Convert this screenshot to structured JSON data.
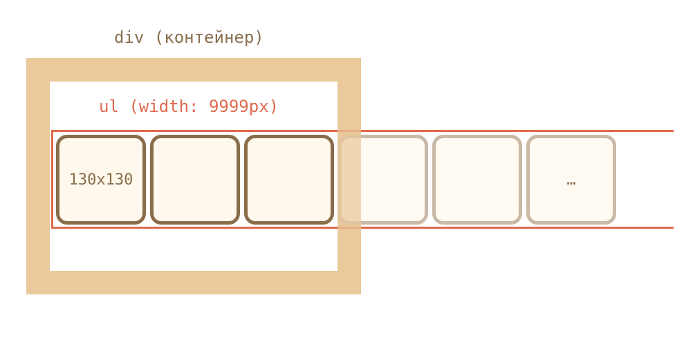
{
  "labels": {
    "container": "div (контейнер)",
    "list": "ul (width: 9999px)"
  },
  "items": [
    {
      "text": "130x130",
      "state": "inside"
    },
    {
      "text": "",
      "state": "inside"
    },
    {
      "text": "",
      "state": "inside"
    },
    {
      "text": "",
      "state": "overflow"
    },
    {
      "text": "",
      "state": "overflow"
    },
    {
      "text": "…",
      "state": "overflow"
    }
  ],
  "colors": {
    "container_border": "#eac99b",
    "list_border": "#e06a4e",
    "item_border": "#8a6d4b",
    "item_border_faded": "#c9b9a6",
    "item_fill": "#fff8ec",
    "label_text": "#8a7050"
  }
}
